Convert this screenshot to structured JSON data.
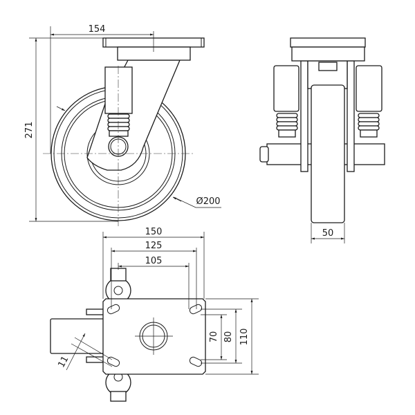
{
  "drawing": {
    "front_view": {
      "height_dim": "271",
      "offset_dim": "154",
      "wheel_diameter_dim": "Ø200"
    },
    "side_view": {
      "wheel_width_dim": "50"
    },
    "top_view": {
      "plate_length_dim": "150",
      "hole_spacing_outer_dim": "125",
      "hole_spacing_inner_dim": "105",
      "plate_width_dim": "110",
      "hole_spacing_width_outer_dim": "80",
      "hole_spacing_width_inner_dim": "70",
      "slot_width_dim": "11"
    }
  }
}
